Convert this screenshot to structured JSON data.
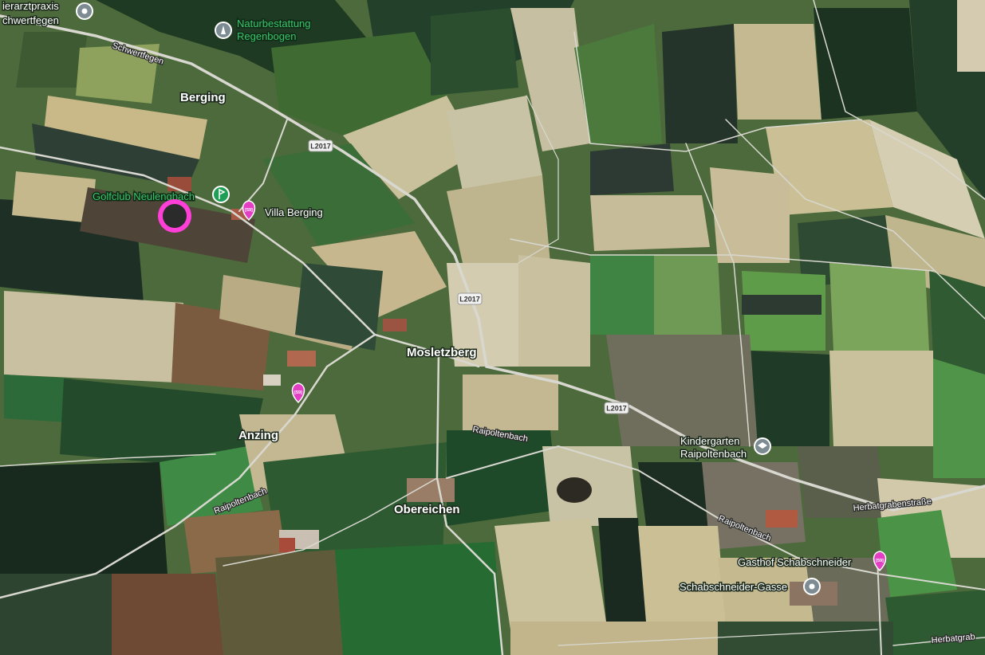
{
  "map": {
    "type": "satellite",
    "colors": {
      "poi_pink": "#e23fc2",
      "park_green": "#1f9e55",
      "info_gray": "#7d8b93",
      "selected_marker": "#ff3fd8",
      "road": "#d8d8d0"
    },
    "places": {
      "tierarztpraxis": "ierarztpraxis",
      "schwertfegen_place": "chwertfegen",
      "naturbestattung_line1": "Naturbestattung",
      "naturbestattung_line2": "Regenbogen",
      "berging": "Berging",
      "golfclub": "Golfclub Neulengbach",
      "villa": "Villa Berging",
      "mosletzberg": "Mosletzberg",
      "anzing": "Anzing",
      "obereichen": "Obereichen",
      "kindergarten_line1": "Kindergarten",
      "kindergarten_line2": "Raipoltenbach",
      "gasthof": "Gasthof Schabschneider",
      "schabschneider_gasse": "Schabschneider-Gasse"
    },
    "roads": {
      "schwertfegen": "Schwertfegen",
      "raipoltenbach_1": "Raipoltenbach",
      "raipoltenbach_2": "Raipoltenbach",
      "raipoltenbach_3": "Raipoltenbach",
      "herbatgraben_1": "Herbatgrabenstraße",
      "herbatgraben_2": "Herbatgrab",
      "l2017_a": "L2017",
      "l2017_b": "L2017",
      "l2017_c": "L2017"
    },
    "icons": {
      "poi": "hotel-bed-icon",
      "golf": "golf-flag-icon",
      "kindergarten": "school-icon",
      "info": "location-pin-icon"
    }
  }
}
